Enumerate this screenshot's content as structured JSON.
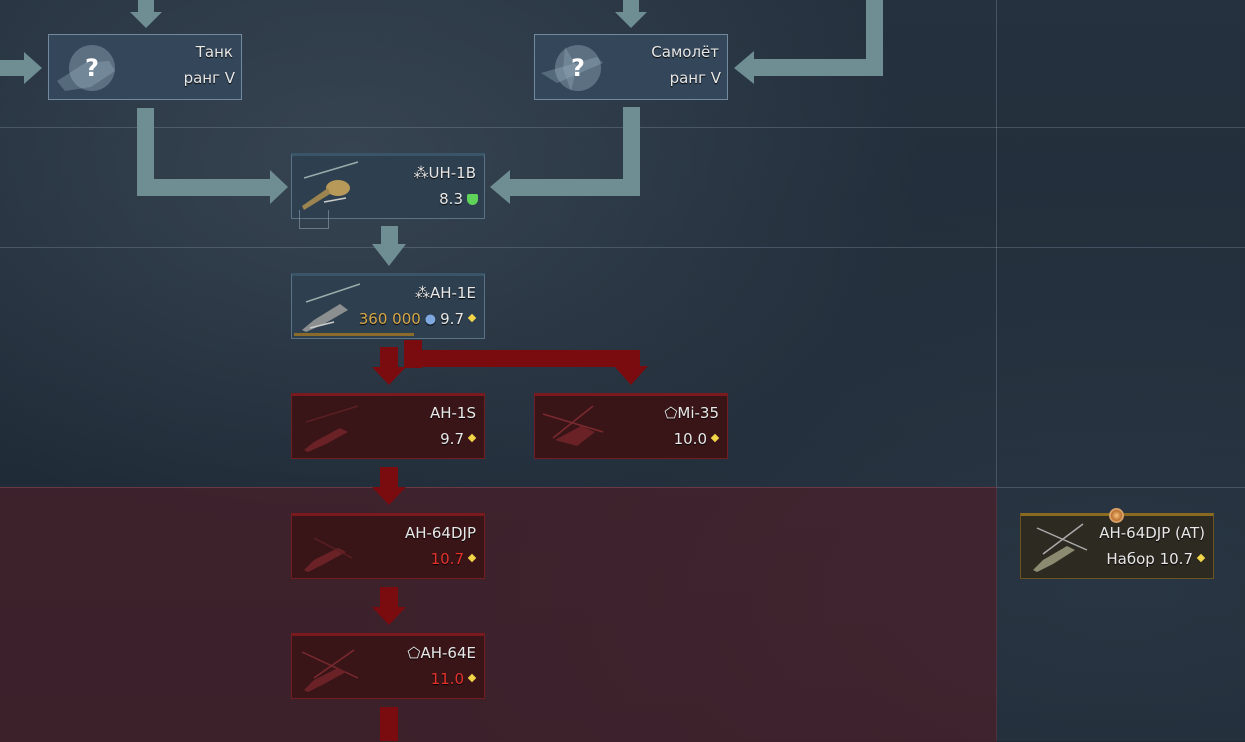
{
  "prereqs": [
    {
      "type": "Танк",
      "rank": "ранг V",
      "icon": "tank-icon"
    },
    {
      "type": "Самолёт",
      "rank": "ранг V",
      "icon": "plane-icon"
    }
  ],
  "vehicles": {
    "uh1b": {
      "name": "UH-1B",
      "br": "8.3",
      "flag": "usa-icon",
      "status": "researched"
    },
    "ah1e": {
      "name": "AH-1E",
      "br": "9.7",
      "price": "360 000",
      "flag": "usa-icon"
    },
    "ah1s": {
      "name": "AH-1S",
      "br": "9.7"
    },
    "mi35": {
      "name": "Mi-35",
      "br": "10.0",
      "flag": "pentagon-icon"
    },
    "ah64djp": {
      "name": "AH-64DJP",
      "br": "10.7"
    },
    "ah64e": {
      "name": "AH-64E",
      "br": "11.0",
      "flag": "pentagon-icon"
    },
    "ah64djp_at": {
      "name": "AH-64DJP (AT)",
      "br": "Набор 10.7",
      "type": "premium-pack"
    }
  },
  "colors": {
    "arrow_gray": "#6f8e93",
    "arrow_red": "#7a0c10",
    "br_red": "#e3342c",
    "price_gold": "#d9a84a",
    "rank_yellow": "#f2d648",
    "researched_green": "#5fd35a"
  }
}
